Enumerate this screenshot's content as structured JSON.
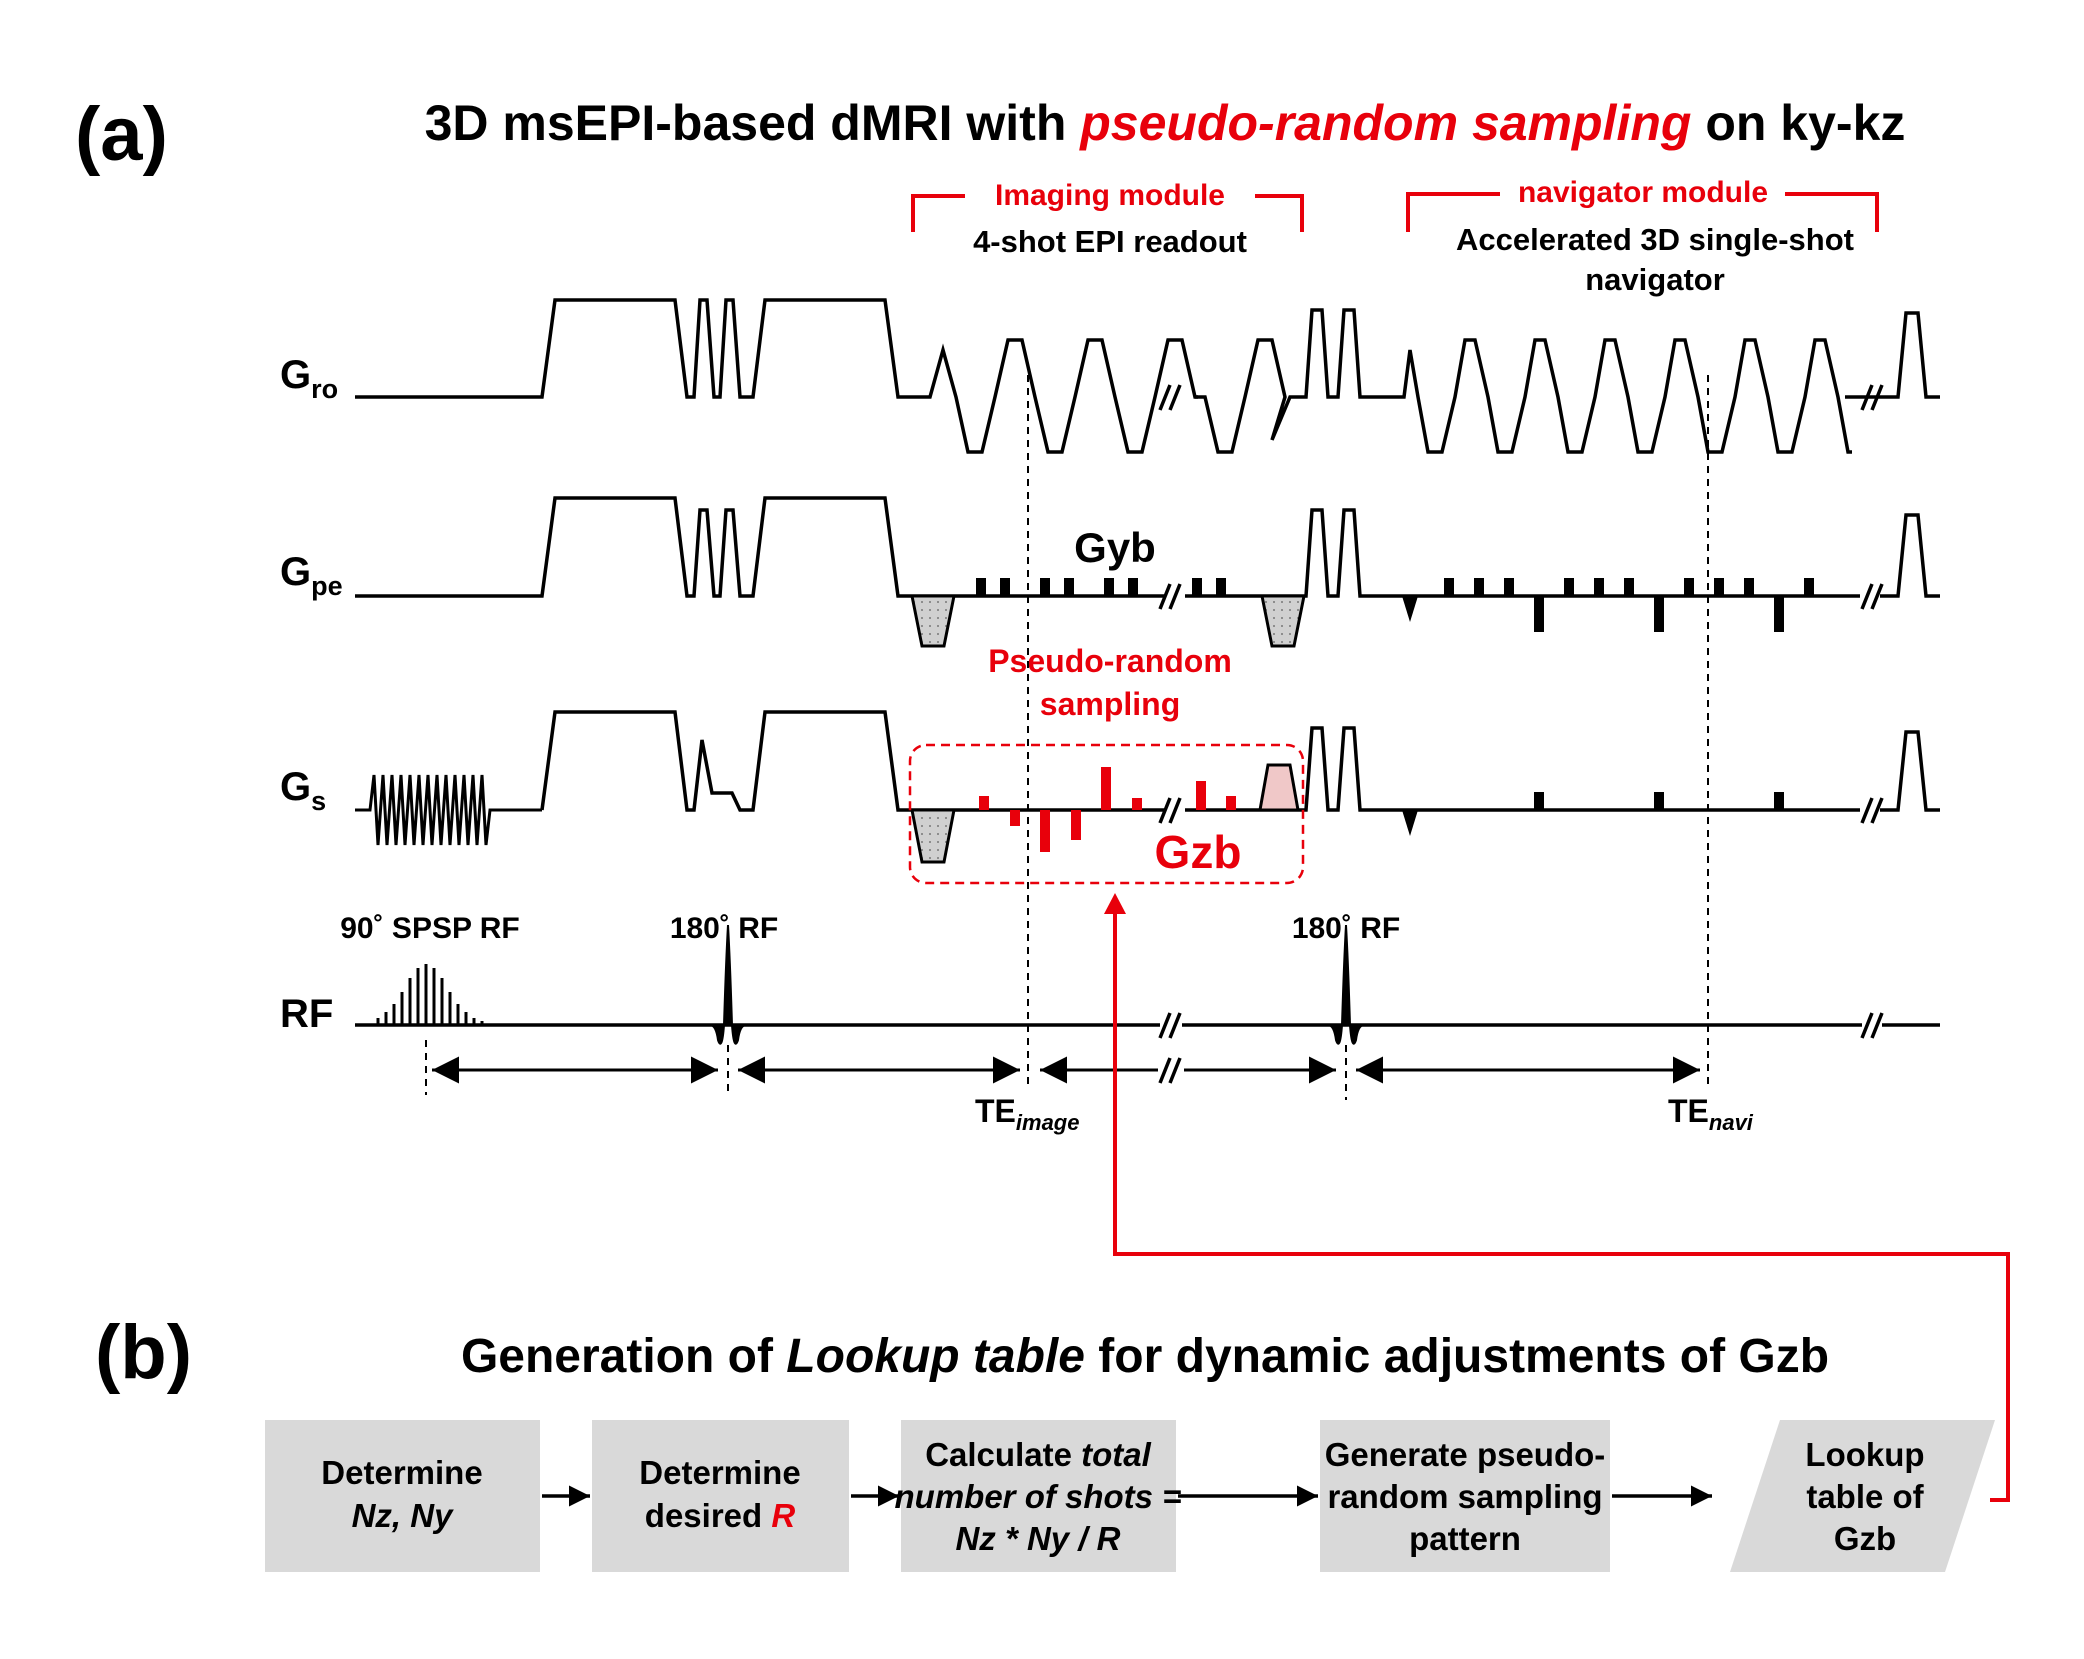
{
  "colors": {
    "accent": "#e8000b",
    "ink": "#000000",
    "box_fill": "#d9d9d9",
    "shade_fill": "#d0d0d0"
  },
  "panel_a": {
    "label": "(a)",
    "title_pre": "3D msEPI-based dMRI with ",
    "title_em": "pseudo-random sampling",
    "title_post": " on ky-kz",
    "imaging_module": {
      "bracket_label": "Imaging module",
      "caption": "4-shot EPI readout"
    },
    "navigator_module": {
      "bracket_label": "navigator module",
      "caption_line1": "Accelerated 3D single-shot",
      "caption_line2": "navigator"
    },
    "axes": {
      "gro": {
        "main": "G",
        "sub": "ro"
      },
      "gpe": {
        "main": "G",
        "sub": "pe"
      },
      "gs": {
        "main": "G",
        "sub": "s"
      },
      "rf": {
        "main": "RF"
      }
    },
    "gyb_label": "Gyb",
    "pseudo_random_line1": "Pseudo-random",
    "pseudo_random_line2": "sampling",
    "gzb_label": "Gzb",
    "rf_labels": {
      "rf90": "90˚ SPSP RF",
      "rf180_first": "180˚ RF",
      "rf180_second": "180˚ RF"
    },
    "te_image": {
      "main": "TE",
      "sub": "image"
    },
    "te_navi": {
      "main": "TE",
      "sub": "navi"
    },
    "break_mark": "//"
  },
  "panel_b": {
    "label": "(b)",
    "title_pre": "Generation of ",
    "title_em": "Lookup table",
    "title_post": " for dynamic adjustments of Gzb",
    "steps": [
      {
        "line1": "Determine",
        "line2": "Nz, Ny"
      },
      {
        "line1": "Determine",
        "line2_pre": "desired ",
        "line2_em": "R"
      },
      {
        "line1_pre": "Calculate ",
        "line1_em": "total",
        "line2": "number of shots =",
        "line3": "Nz * Ny / R"
      },
      {
        "line1": "Generate pseudo-",
        "line2": "random sampling",
        "line3": "pattern"
      },
      {
        "line1": "Lookup",
        "line2": "table of",
        "line3": "Gzb"
      }
    ]
  }
}
